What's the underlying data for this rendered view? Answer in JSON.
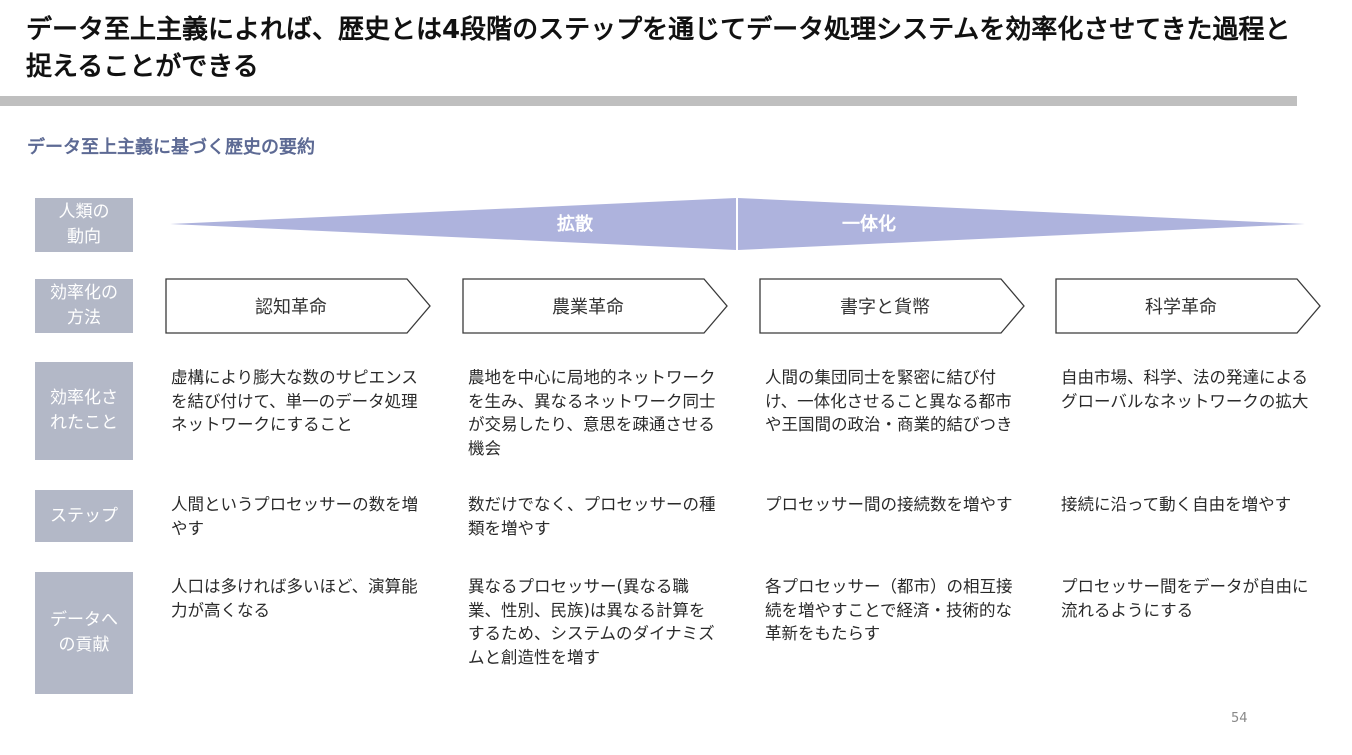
{
  "title": "データ至上主義によれば、歴史とは4段階のステップを通じてデータ処理システムを効率化させてきた過程と捉えることができる",
  "subtitle": "データ至上主義に基づく歴史の要約",
  "rows": {
    "trend": "人類の\n動向",
    "method": "効率化の\n方法",
    "achieved": "効率化さ\nれたこと",
    "step": "ステップ",
    "contribution": "データへ\nの貢献"
  },
  "phases": [
    "拡散",
    "一体化"
  ],
  "columns": [
    {
      "method": "認知革命",
      "achieved": "虚構により膨大な数のサピエンスを結び付けて、単一のデータ処理ネットワークにすること",
      "step": "人間というプロセッサーの数を増やす",
      "contribution": "人口は多ければ多いほど、演算能力が高くなる"
    },
    {
      "method": "農業革命",
      "achieved": "農地を中心に局地的ネットワークを生み、異なるネットワーク同士が交易したり、意思を疎通させる機会",
      "step": "数だけでなく、プロセッサーの種類を増やす",
      "contribution": "異なるプロセッサー(異なる職業、性別、民族)は異なる計算をするため、システムのダイナミズムと創造性を増す"
    },
    {
      "method": "書字と貨幣",
      "achieved": "人間の集団同士を緊密に結び付け、一体化させること異なる都市や王国間の政治・商業的結びつき",
      "step": "プロセッサー間の接続数を増やす",
      "contribution": "各プロセッサー（都市）の相互接続を増やすことで経済・技術的な革新をもたらす"
    },
    {
      "method": "科学革命",
      "achieved": "自由市場、科学、法の発達によるグローバルなネットワークの拡大",
      "step": "接続に沿って動く自由を増やす",
      "contribution": "プロセッサー間をデータが自由に流れるようにする"
    }
  ],
  "page_number": "54",
  "colors": {
    "label_bg": "#b3b8c7",
    "arrow_fill": "#aeb3dd",
    "title_bar": "#bfbfbf",
    "subtitle": "#5d6a94"
  }
}
